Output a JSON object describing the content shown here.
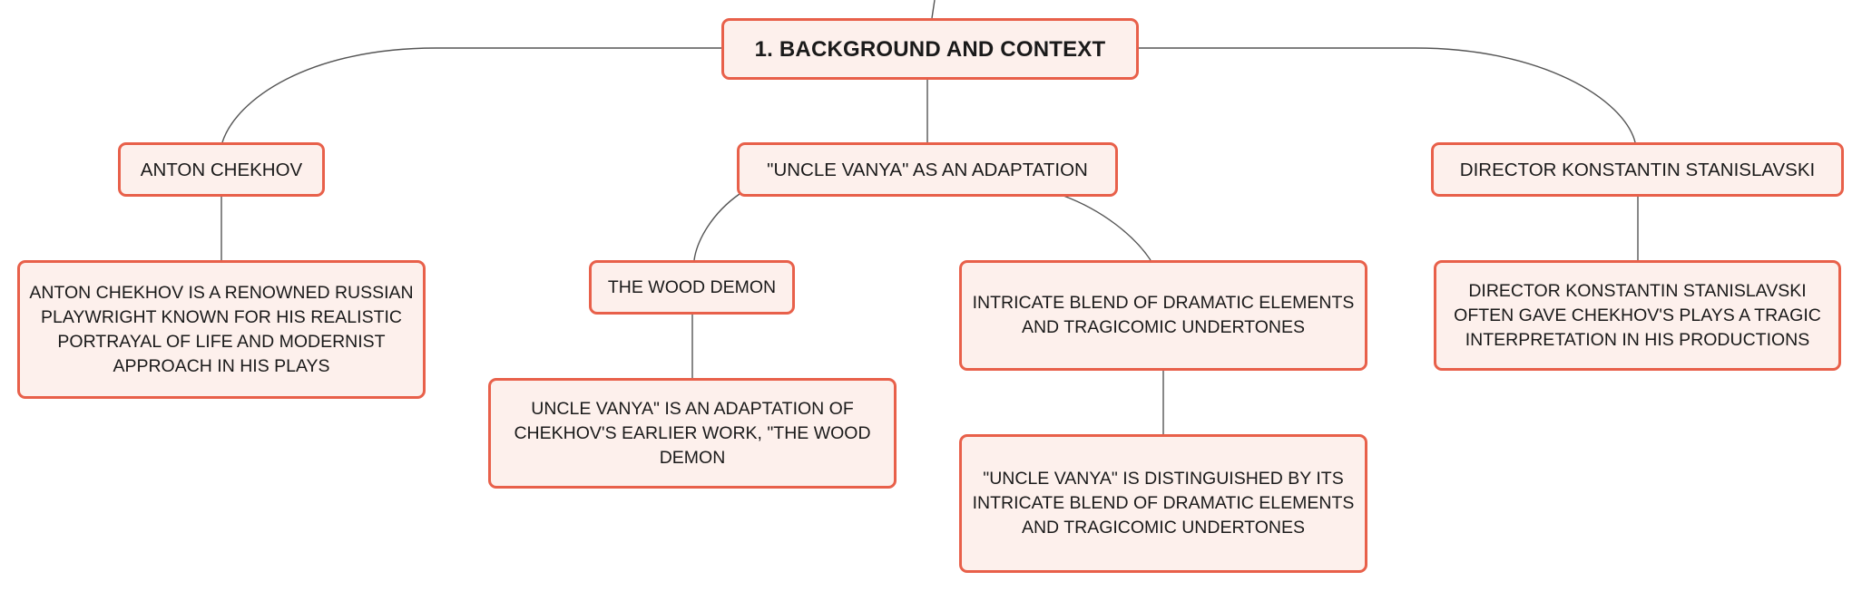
{
  "root": {
    "label": "1. BACKGROUND AND CONTEXT"
  },
  "topics": {
    "anton_chekhov": {
      "label": "ANTON CHEKHOV",
      "detail": "ANTON CHEKHOV IS A RENOWNED RUSSIAN PLAYWRIGHT KNOWN FOR HIS REALISTIC PORTRAYAL OF LIFE AND MODERNIST APPROACH IN HIS PLAYS"
    },
    "uncle_vanya": {
      "label": "\"UNCLE VANYA\" AS AN ADAPTATION",
      "wood_demon": {
        "label": "THE WOOD DEMON",
        "detail": "UNCLE VANYA\" IS AN ADAPTATION OF CHEKHOV'S EARLIER WORK, \"THE WOOD DEMON"
      },
      "blend": {
        "label": "INTRICATE BLEND OF DRAMATIC ELEMENTS AND TRAGICOMIC UNDERTONES",
        "detail": "\"UNCLE VANYA\" IS DISTINGUISHED BY ITS INTRICATE BLEND OF DRAMATIC ELEMENTS AND TRAGICOMIC UNDERTONES"
      }
    },
    "stanislavski": {
      "label": "DIRECTOR KONSTANTIN STANISLAVSKI",
      "detail": "DIRECTOR KONSTANTIN STANISLAVSKI OFTEN GAVE CHEKHOV'S PLAYS A TRAGIC INTERPRETATION IN HIS PRODUCTIONS"
    }
  },
  "colors": {
    "node_fill": "#fdf0ec",
    "node_border": "#e8604a",
    "connector": "#555555",
    "text": "#1a1a1a"
  }
}
